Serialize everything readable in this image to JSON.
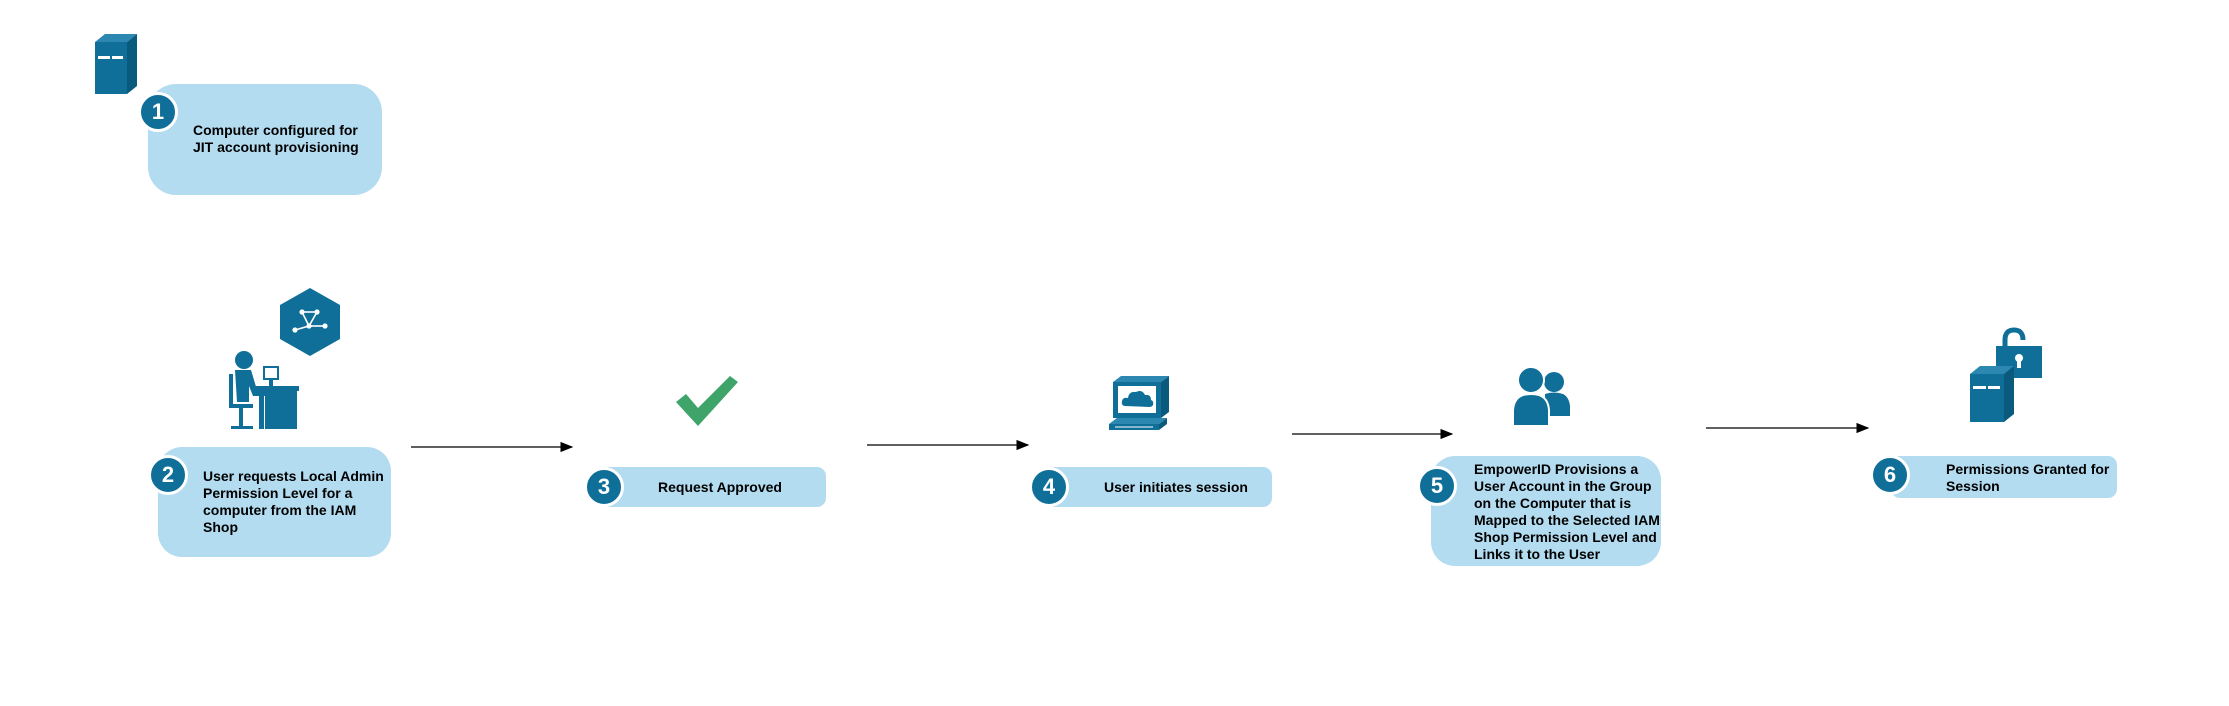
{
  "colors": {
    "icon_blue": "#0f6f98",
    "box_fill": "#b3dcf0",
    "check_green": "#3ea46a"
  },
  "steps": [
    {
      "number": "1",
      "label": "Computer configured for JIT account provisioning",
      "icon": "server-icon"
    },
    {
      "number": "2",
      "label": "User requests Local Admin Permission Level for a computer from the IAM Shop",
      "icon": "user-at-computer-icon"
    },
    {
      "number": "3",
      "label": "Request Approved",
      "icon": "checkmark-icon"
    },
    {
      "number": "4",
      "label": "User initiates session",
      "icon": "cloud-computer-icon"
    },
    {
      "number": "5",
      "label": "EmpowerID Provisions a User Account in the Group on the Computer that is Mapped to the Selected IAM Shop Permission Level and Links it to the User",
      "icon": "user-group-icon"
    },
    {
      "number": "6",
      "label": "Permissions Granted for Session",
      "icon": "server-unlocked-icon"
    }
  ],
  "extra_icons": [
    "network-hexagon-icon"
  ]
}
